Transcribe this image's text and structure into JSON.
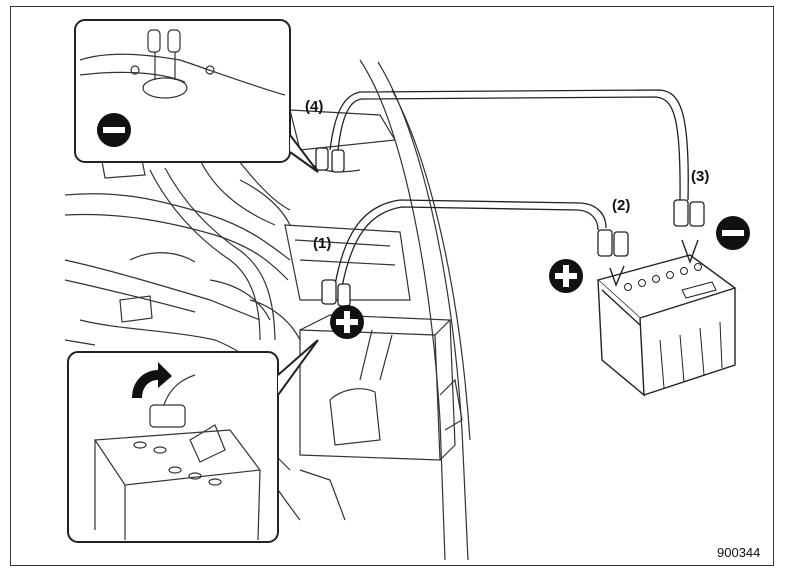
{
  "labels": {
    "c1": "(1)",
    "c2": "(2)",
    "c3": "(3)",
    "c4": "(4)"
  },
  "figure_id": "900344",
  "colors": {
    "line": "#222222",
    "fill": "#ffffff",
    "symbol": "#111111"
  },
  "icons": {
    "plus": "plus-icon",
    "minus": "minus-icon"
  }
}
